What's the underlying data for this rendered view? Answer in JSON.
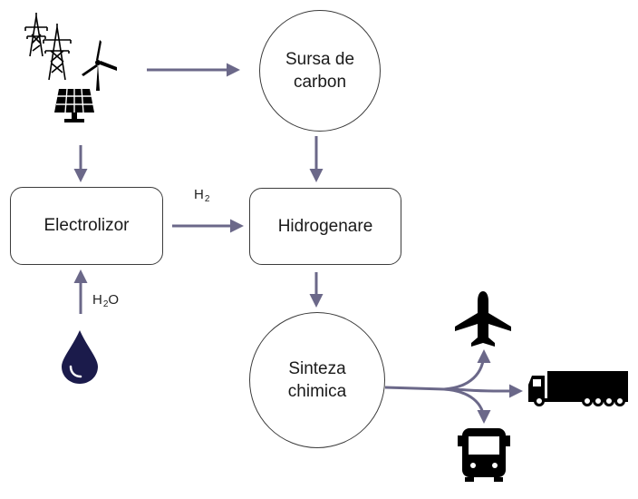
{
  "nodes": {
    "carbon_source": "Sursa de carbon",
    "electrolyzer": "Electrolizor",
    "hydrogenation": "Hidrogenare",
    "chemical_synthesis": "Sinteza chimica"
  },
  "labels": {
    "h2": {
      "base": "H",
      "sub": "2"
    },
    "h2o": {
      "base": "H",
      "sub": "2",
      "tail": "O"
    }
  },
  "icons": {
    "energy_sources": [
      "power-pylons-icon",
      "wind-turbine-icon",
      "solar-panel-icon"
    ],
    "water": "water-drop-icon",
    "outputs": [
      "airplane-icon",
      "truck-icon",
      "bus-icon"
    ]
  },
  "colors": {
    "arrow": "#6b6889",
    "icon": "#000000",
    "drop": "#1b1b4b"
  }
}
